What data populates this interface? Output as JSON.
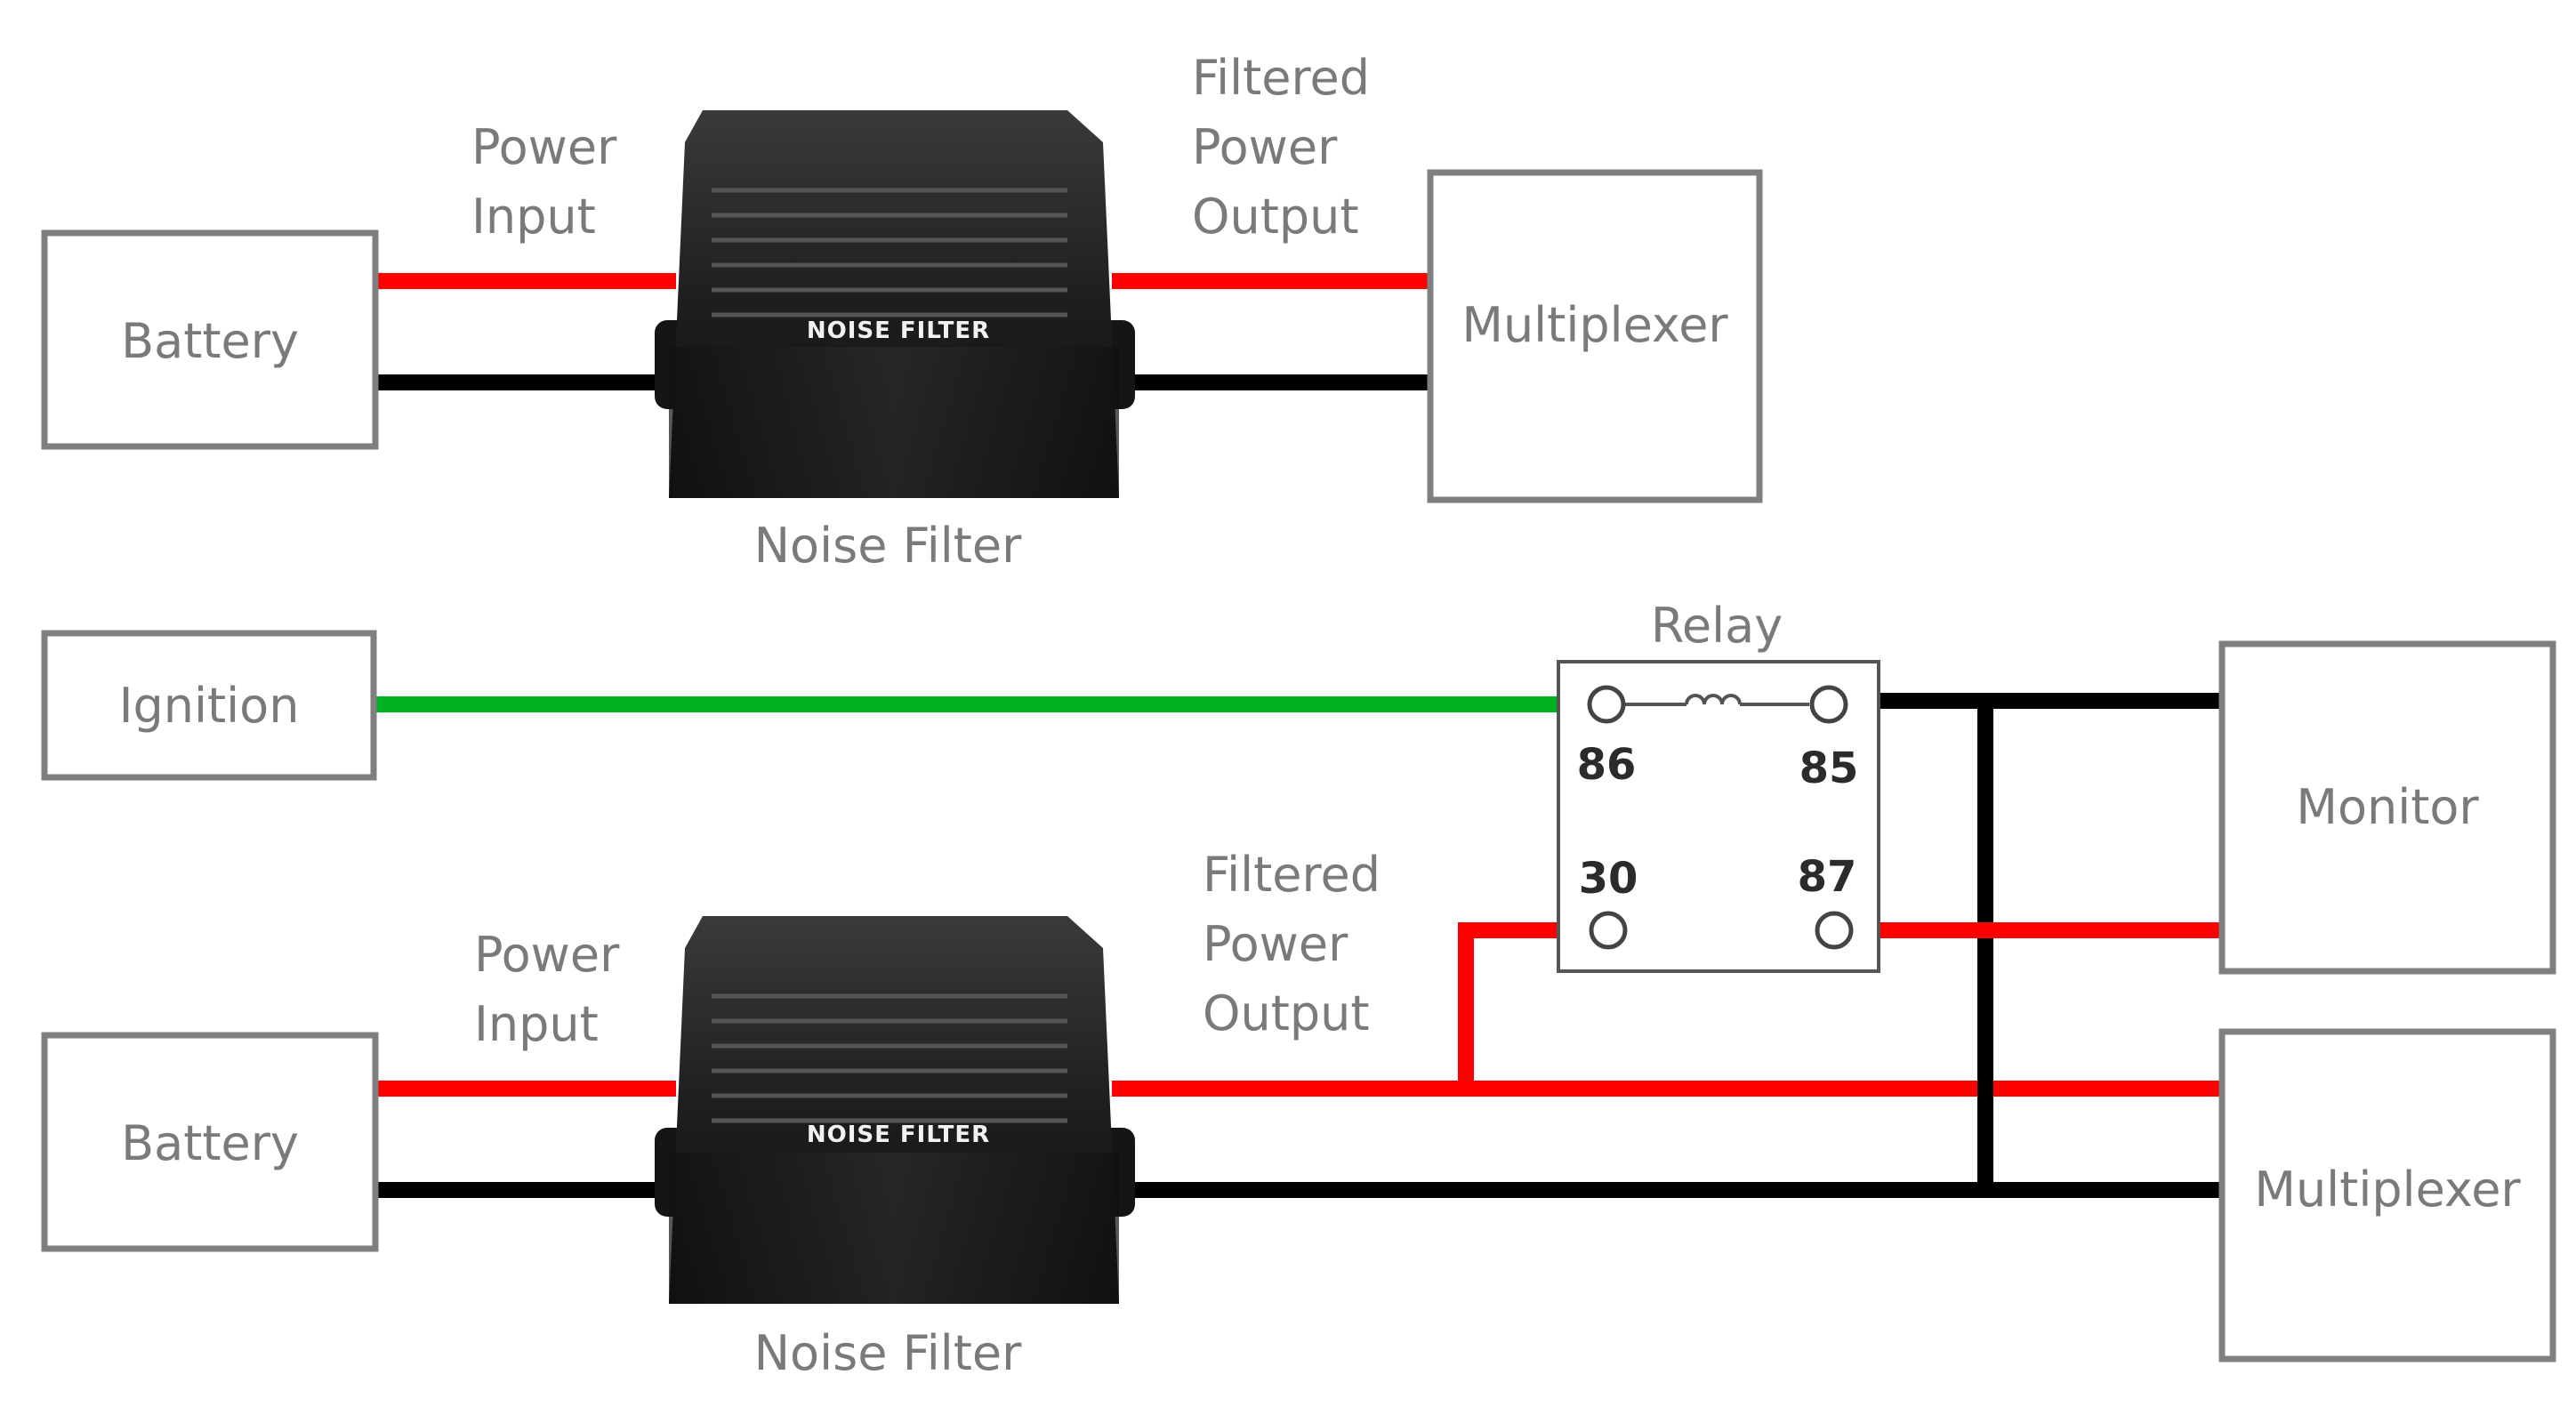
{
  "top": {
    "battery": "Battery",
    "power_input": [
      "Power",
      "Input"
    ],
    "filtered_output": [
      "Filtered",
      "Power",
      "Output"
    ],
    "multiplexer": "Multiplexer",
    "noise_filter_caption": "Noise Filter",
    "filter_label": "NOISE FILTER"
  },
  "bottom": {
    "ignition": "Ignition",
    "relay": "Relay",
    "pins": {
      "p86": "86",
      "p85": "85",
      "p30": "30",
      "p87": "87"
    },
    "monitor": "Monitor",
    "battery": "Battery",
    "power_input": [
      "Power",
      "Input"
    ],
    "filtered_output": [
      "Filtered",
      "Power",
      "Output"
    ],
    "multiplexer": "Multiplexer",
    "noise_filter_caption": "Noise Filter",
    "filter_label": "NOISE FILTER"
  },
  "colors": {
    "positive_wire": "#ff0000",
    "ground_wire": "#000000",
    "ignition_wire": "#00b020",
    "box_border": "#7f7f7f"
  }
}
